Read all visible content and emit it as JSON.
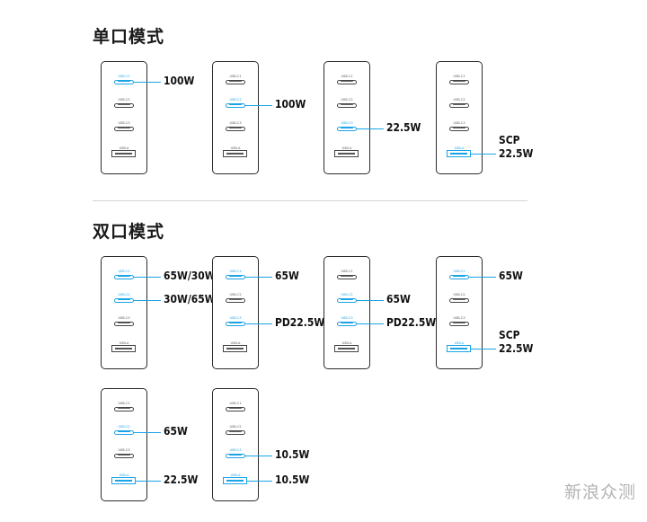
{
  "sections": [
    {
      "title": "单口模式",
      "chargers": [
        {
          "active": [
            0
          ],
          "labels": [
            "100W"
          ]
        },
        {
          "active": [
            1
          ],
          "labels": [
            "100W"
          ]
        },
        {
          "active": [
            2
          ],
          "labels": [
            "22.5W"
          ]
        },
        {
          "active": [
            3
          ],
          "labels": [
            "SCP\n22.5W"
          ]
        }
      ]
    },
    {
      "title": "双口模式",
      "chargers": [
        {
          "active": [
            0,
            1
          ],
          "labels": [
            "65W/30W",
            "30W/65W"
          ]
        },
        {
          "active": [
            0,
            2
          ],
          "labels": [
            "65W",
            "PD22.5W"
          ]
        },
        {
          "active": [
            1,
            2
          ],
          "labels": [
            "65W",
            "PD22.5W"
          ]
        },
        {
          "active": [
            0,
            3
          ],
          "labels": [
            "65W",
            "SCP\n22.5W"
          ]
        },
        {
          "active": [
            1,
            3
          ],
          "labels": [
            "65W",
            "22.5W"
          ]
        },
        {
          "active": [
            2,
            3
          ],
          "labels": [
            "10.5W",
            "10.5W"
          ]
        }
      ]
    }
  ],
  "ports": [
    {
      "type": "c",
      "label": "USB-C1"
    },
    {
      "type": "c",
      "label": "USB-C2"
    },
    {
      "type": "c",
      "label": "USB-C3"
    },
    {
      "type": "a",
      "label": "USB-A"
    }
  ],
  "watermark": "新浪众测",
  "colors": {
    "active": "#1aa3e6",
    "outline": "#2b2b2b"
  },
  "icons": {
    "usbc": "usb-c-port-icon",
    "usba": "usb-a-port-icon"
  }
}
